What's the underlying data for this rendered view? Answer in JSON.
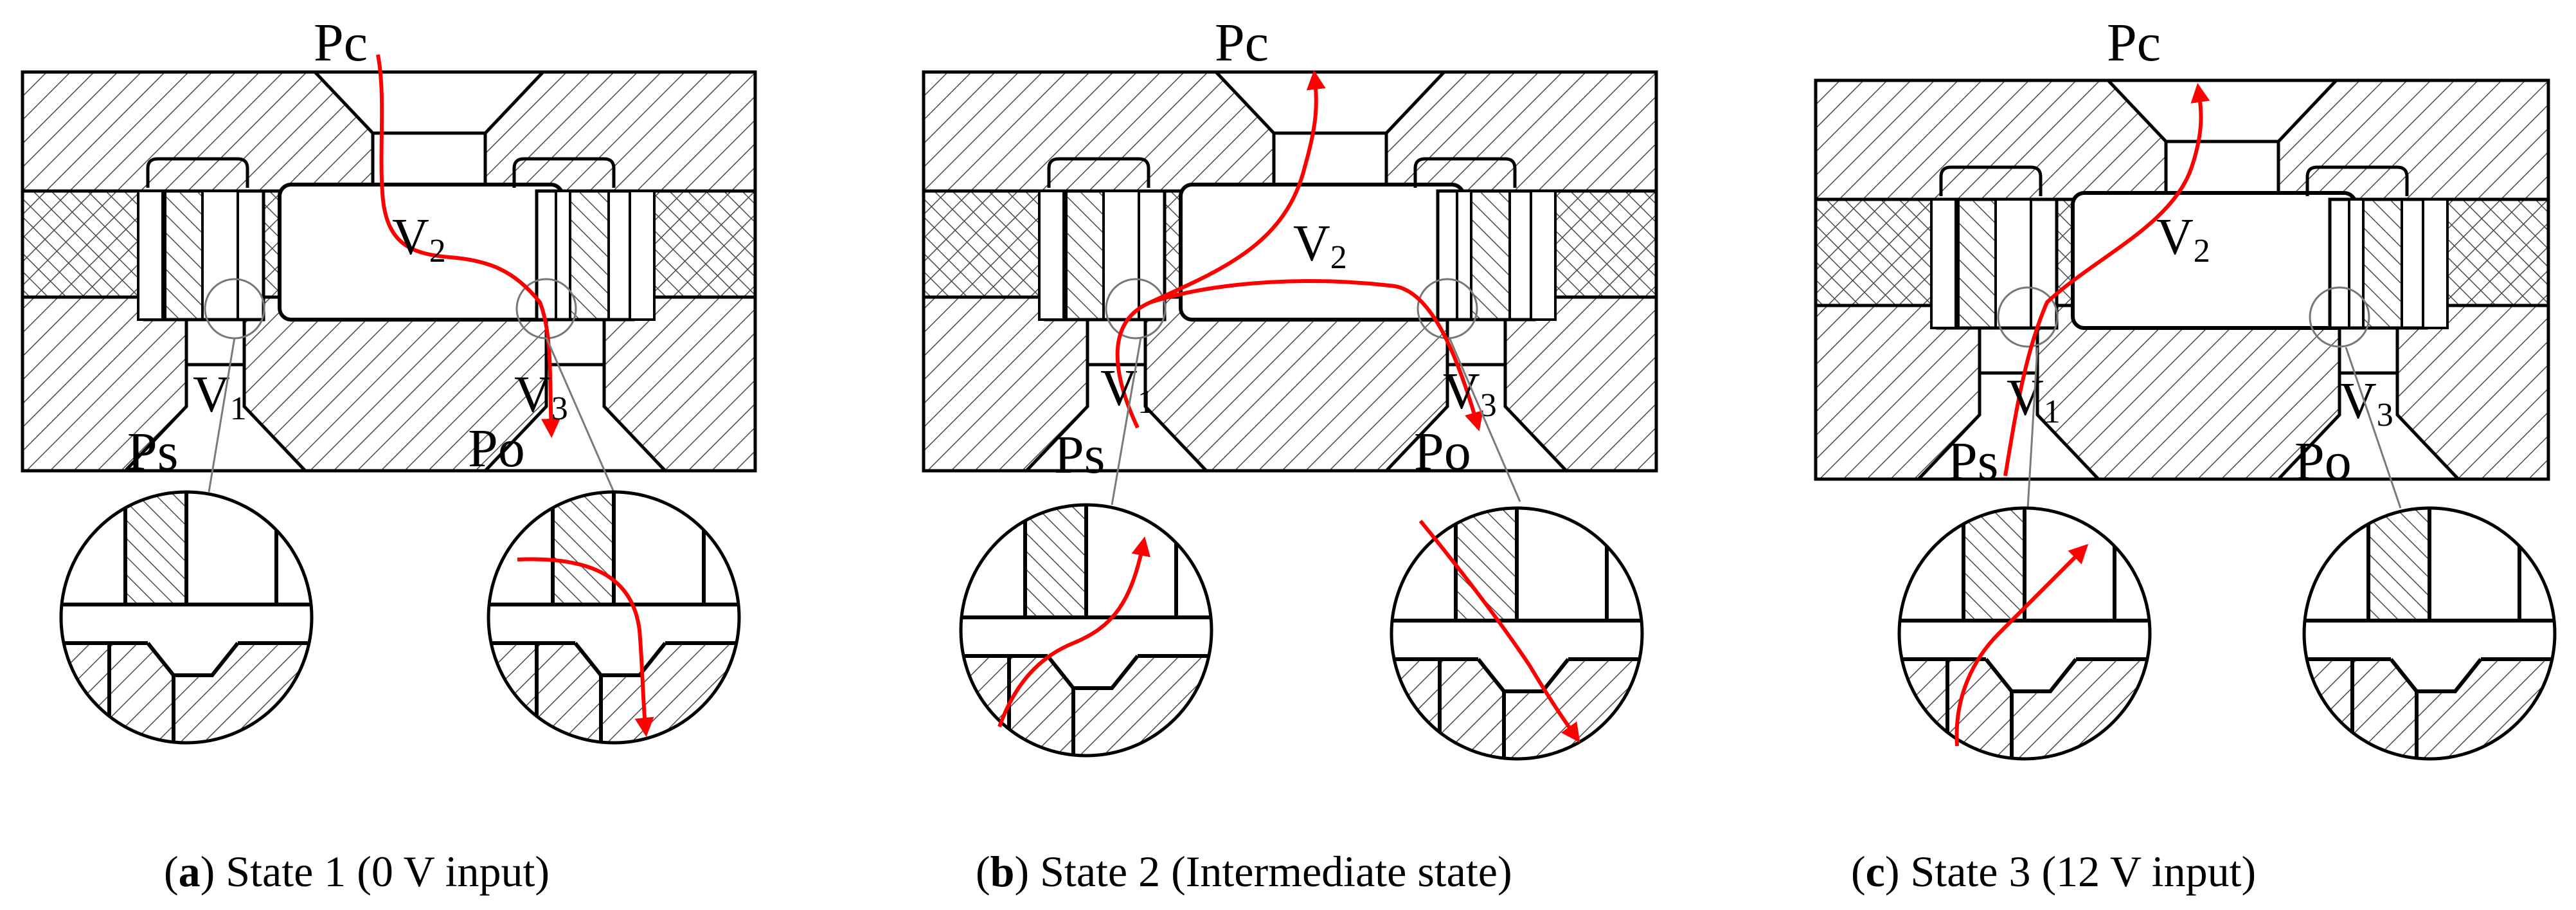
{
  "panels": [
    {
      "id": "a",
      "ports": {
        "top": "Pc",
        "left": "Ps",
        "right": "Po"
      },
      "valves": [
        {
          "main": "V",
          "sub": "1"
        },
        {
          "main": "V",
          "sub": "2"
        },
        {
          "main": "V",
          "sub": "3"
        }
      ],
      "caption": {
        "open": "(",
        "letter": "a",
        "rest": ") State 1 (0 V input)"
      }
    },
    {
      "id": "b",
      "ports": {
        "top": "Pc",
        "left": "Ps",
        "right": "Po"
      },
      "valves": [
        {
          "main": "V",
          "sub": "1"
        },
        {
          "main": "V",
          "sub": "2"
        },
        {
          "main": "V",
          "sub": "3"
        }
      ],
      "caption": {
        "open": "(",
        "letter": "b",
        "rest": ") State 2 (Intermediate state)"
      }
    },
    {
      "id": "c",
      "ports": {
        "top": "Pc",
        "left": "Ps",
        "right": "Po"
      },
      "valves": [
        {
          "main": "V",
          "sub": "1"
        },
        {
          "main": "V",
          "sub": "2"
        },
        {
          "main": "V",
          "sub": "3"
        }
      ],
      "caption": {
        "open": "(",
        "letter": "c",
        "rest": ") State 3 (12 V input)"
      }
    }
  ],
  "colors": {
    "line": "#000000",
    "hatch": "#4a4a4a",
    "flow": "#ff0000",
    "leader": "#7a7a7a"
  }
}
